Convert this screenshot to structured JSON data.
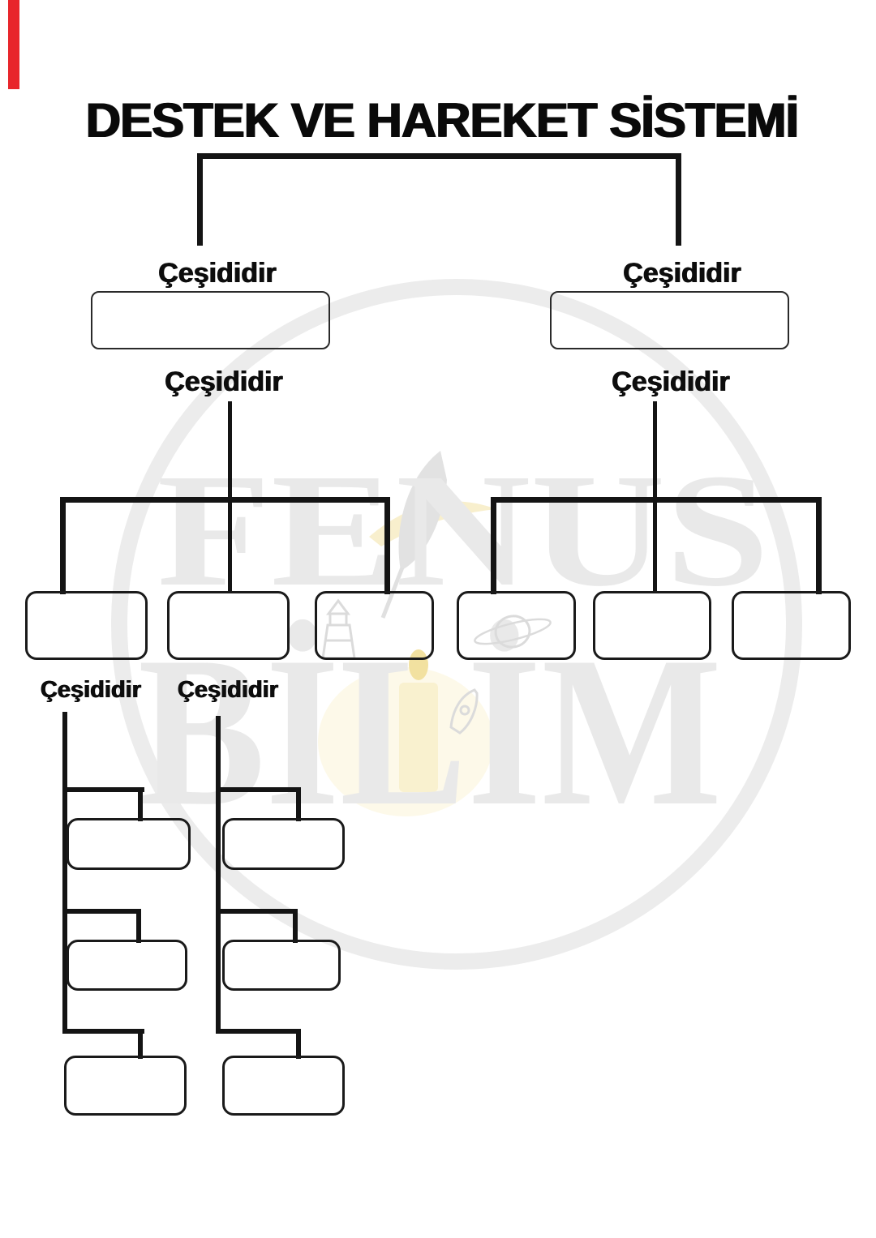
{
  "title": "DESTEK VE HAREKET SİSTEMİ",
  "diagram": {
    "branch_labels": [
      "Çeşididir",
      "Çeşididir",
      "Çeşididir",
      "Çeşididir",
      "Çeşididir",
      "Çeşididir"
    ]
  },
  "watermark": {
    "word_top": "FENUS",
    "word_bottom": "BİLİM"
  },
  "colors": {
    "line": "#141414",
    "box_border": "#1a1a1a",
    "watermark_gray": "#e9e9e9",
    "watermark_ring": "#ececec",
    "watermark_icon_gray": "#dbdbdb",
    "watermark_yellow": "#f8efcd",
    "watermark_glow": "#fdf8e4",
    "red_bar": "#e8262b"
  }
}
